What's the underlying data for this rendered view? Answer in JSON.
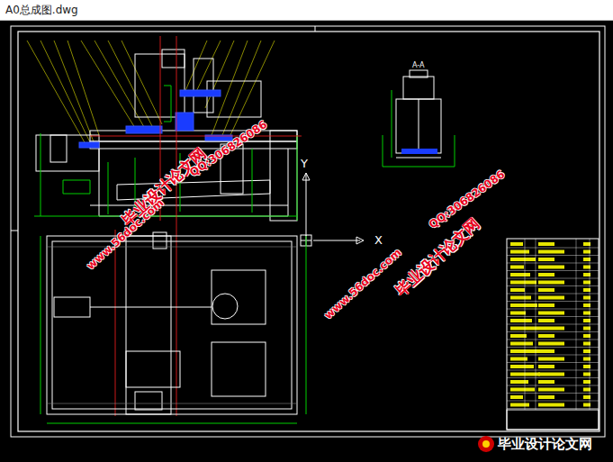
{
  "diagram": {
    "title": "A0总成图.dwg",
    "labels": [
      "A-A",
      "Y",
      "X",
      "毕业设计论文网",
      "www.56doc.com",
      "QQ:306826086",
      "www.56doc.com",
      "毕业设计论文网",
      "QQ:306826086",
      "毕业设计论文网"
    ]
  }
}
